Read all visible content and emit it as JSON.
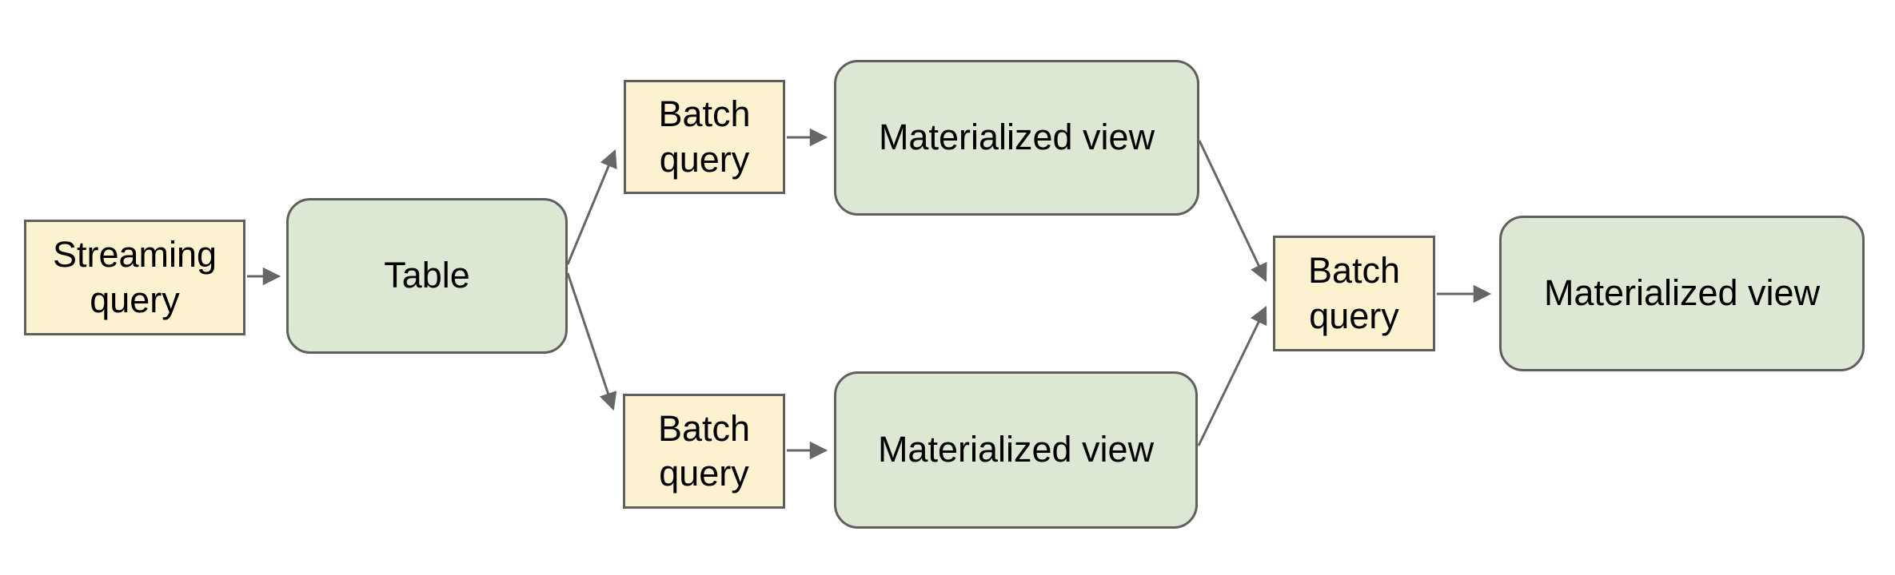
{
  "diagram": {
    "title": "streaming-batch-pipeline-diagram",
    "colors": {
      "background": "#ffffff",
      "query_fill": "#fdf2d0",
      "view_fill": "#dce8d3",
      "node_border": "#5f5f5f",
      "arrow": "#666666",
      "text": "#000000"
    },
    "nodes": [
      {
        "id": "streaming-query",
        "label": "Streaming query",
        "type": "query"
      },
      {
        "id": "table",
        "label": "Table",
        "type": "view"
      },
      {
        "id": "batch-query-top",
        "label": "Batch query",
        "type": "query"
      },
      {
        "id": "materialized-view-top",
        "label": "Materialized view",
        "type": "view"
      },
      {
        "id": "batch-query-bottom",
        "label": "Batch query",
        "type": "query"
      },
      {
        "id": "materialized-view-bottom",
        "label": "Materialized view",
        "type": "view"
      },
      {
        "id": "batch-query-right",
        "label": "Batch query",
        "type": "query"
      },
      {
        "id": "materialized-view-final",
        "label": "Materialized view",
        "type": "view"
      }
    ],
    "edges": [
      {
        "from": "streaming-query",
        "to": "table"
      },
      {
        "from": "table",
        "to": "batch-query-top"
      },
      {
        "from": "table",
        "to": "batch-query-bottom"
      },
      {
        "from": "batch-query-top",
        "to": "materialized-view-top"
      },
      {
        "from": "batch-query-bottom",
        "to": "materialized-view-bottom"
      },
      {
        "from": "materialized-view-top",
        "to": "batch-query-right"
      },
      {
        "from": "materialized-view-bottom",
        "to": "batch-query-right"
      },
      {
        "from": "batch-query-right",
        "to": "materialized-view-final"
      }
    ]
  }
}
